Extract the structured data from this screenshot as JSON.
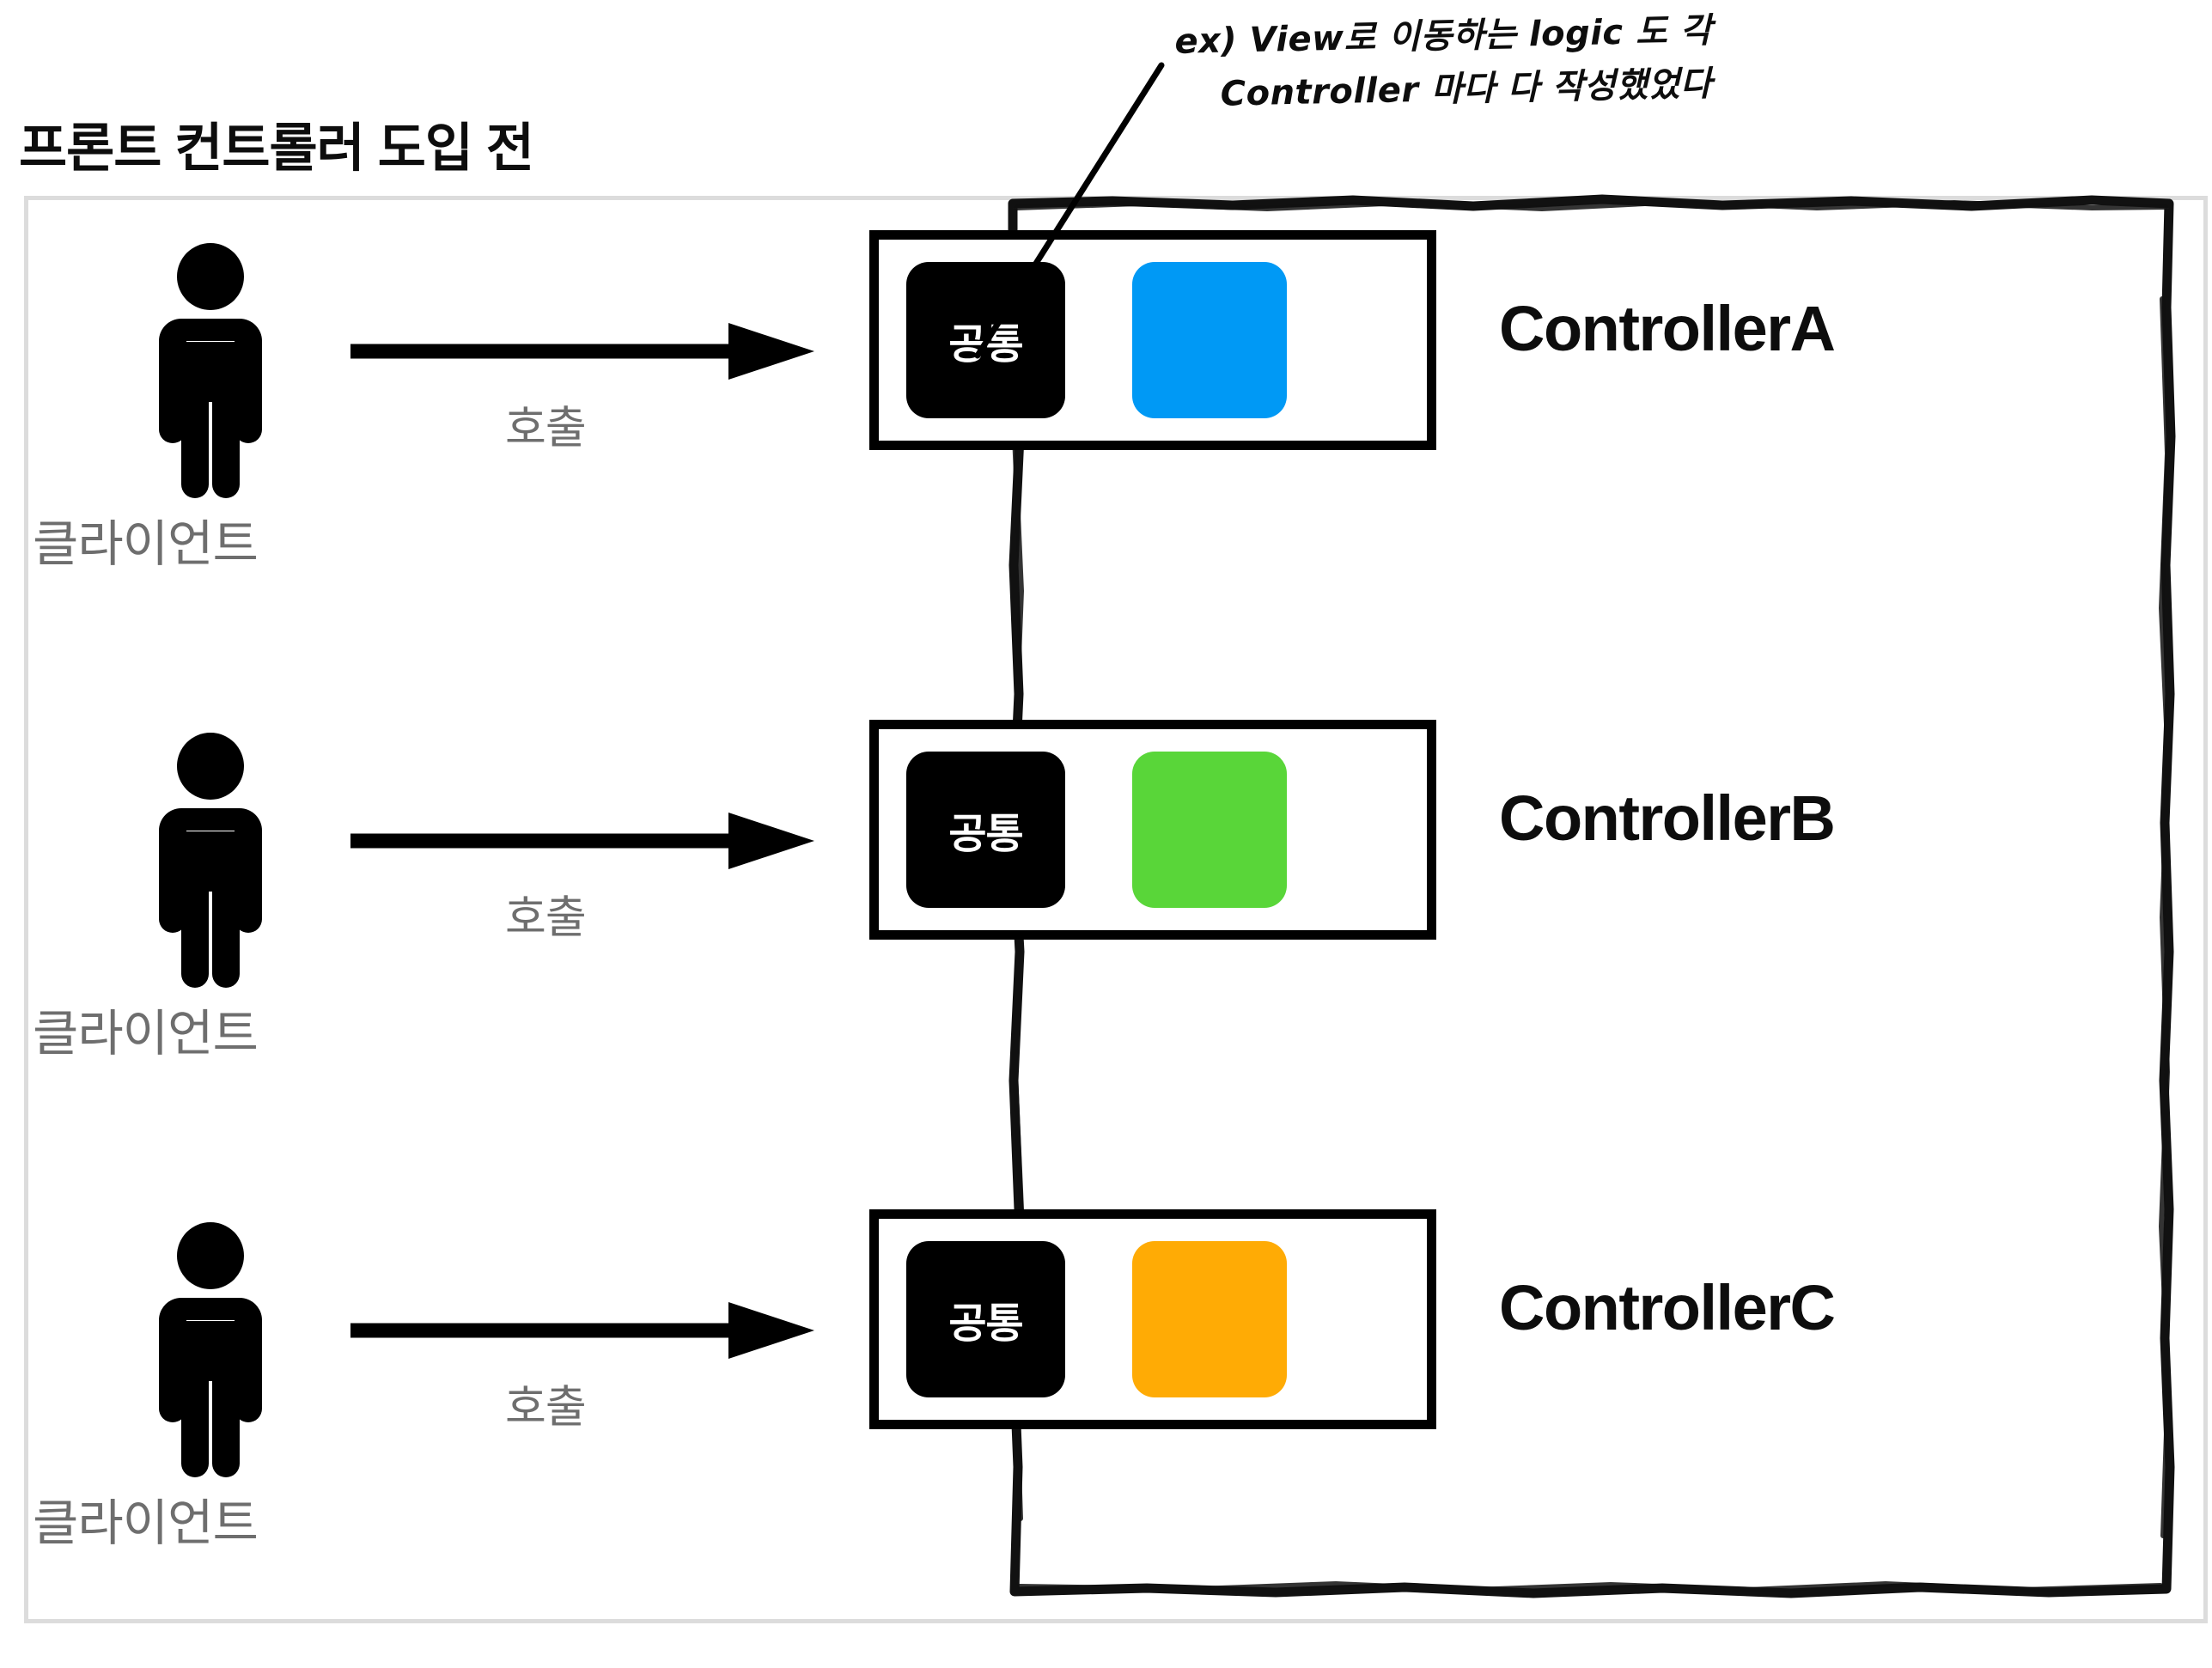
{
  "page": {
    "title": "프론트 컨트롤러 도입 전"
  },
  "annotation": {
    "line1": "ex) View로 이동하는 logic 도 각",
    "line2": "Controller 마다 다 작성했었다"
  },
  "colors": {
    "common_chip": "#000000",
    "logic_a": "#0099f5",
    "logic_b": "#59d639",
    "logic_c": "#ffab05",
    "client_text": "#6e6e6e",
    "frame": "#dcdcdc",
    "title": "#0d0d0d"
  },
  "rows": [
    {
      "client_label": "클라이언트",
      "arrow_label": "호출",
      "common_label": "공통",
      "controller_name": "ControllerA",
      "logic_color": "#0099f5"
    },
    {
      "client_label": "클라이언트",
      "arrow_label": "호출",
      "common_label": "공통",
      "controller_name": "ControllerB",
      "logic_color": "#59d639"
    },
    {
      "client_label": "클라이언트",
      "arrow_label": "호출",
      "common_label": "공통",
      "controller_name": "ControllerC",
      "logic_color": "#ffab05"
    }
  ]
}
